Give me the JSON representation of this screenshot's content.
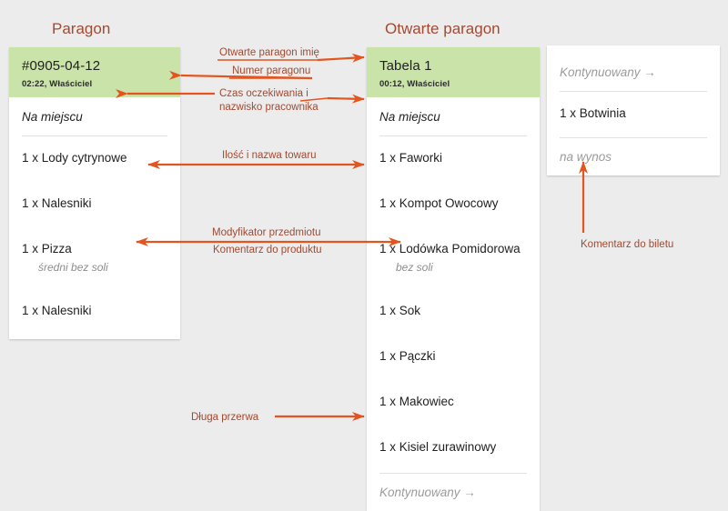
{
  "page": {
    "background_color": "#ececed",
    "accent_arrow_color": "#e2551f",
    "annotation_text_color": "#a04a31",
    "header_green": "#c9e3a8"
  },
  "sections": {
    "left_title": "Paragon",
    "mid_title": "Otwarte paragon"
  },
  "receipts": {
    "closed": {
      "header": {
        "title": "#0905-04-12",
        "subtitle": "02:22, Właściciel"
      },
      "mode": "Na miejscu",
      "items": [
        {
          "text": "1 x Lody cytrynowe",
          "modifier": ""
        },
        {
          "text": "1 x Nalesniki",
          "modifier": ""
        },
        {
          "text": "1 x Pizza",
          "modifier": "średni  bez soli"
        },
        {
          "text": "1 x Nalesniki",
          "modifier": ""
        }
      ]
    },
    "open": {
      "header": {
        "title": "Tabela 1",
        "subtitle": "00:12, Właściciel"
      },
      "mode": "Na miejscu",
      "items": [
        {
          "text": "1 x Faworki",
          "modifier": ""
        },
        {
          "text": "1 x Kompot Owocowy",
          "modifier": ""
        },
        {
          "text": "1 x Lodówka Pomidorowa",
          "modifier": "bez soli"
        },
        {
          "text": "1 x Sok",
          "modifier": ""
        },
        {
          "text": "1 x Pączki",
          "modifier": ""
        },
        {
          "text": "1 x Makowiec",
          "modifier": ""
        },
        {
          "text": "1 x Kisiel zurawinowy",
          "modifier": ""
        }
      ],
      "footer": "Kontynuowany →"
    },
    "continued": {
      "header_note": "Kontynuowany →",
      "items": [
        {
          "text": "1 x Botwinia",
          "modifier": ""
        }
      ],
      "comment": "na wynos"
    }
  },
  "annotations": {
    "open_receipt_name": "Otwarte paragon imię",
    "receipt_number": "Numer paragonu",
    "wait_time_line1": "Czas oczekiwania i",
    "wait_time_line2": "nazwisko pracownika",
    "qty_and_name": "Ilość i nazwa towaru",
    "item_modifier": "Modyfikator przedmiotu",
    "product_comment": "Komentarz do produktu",
    "long_break": "Długa przerwa",
    "ticket_comment": "Komentarz do biletu"
  }
}
